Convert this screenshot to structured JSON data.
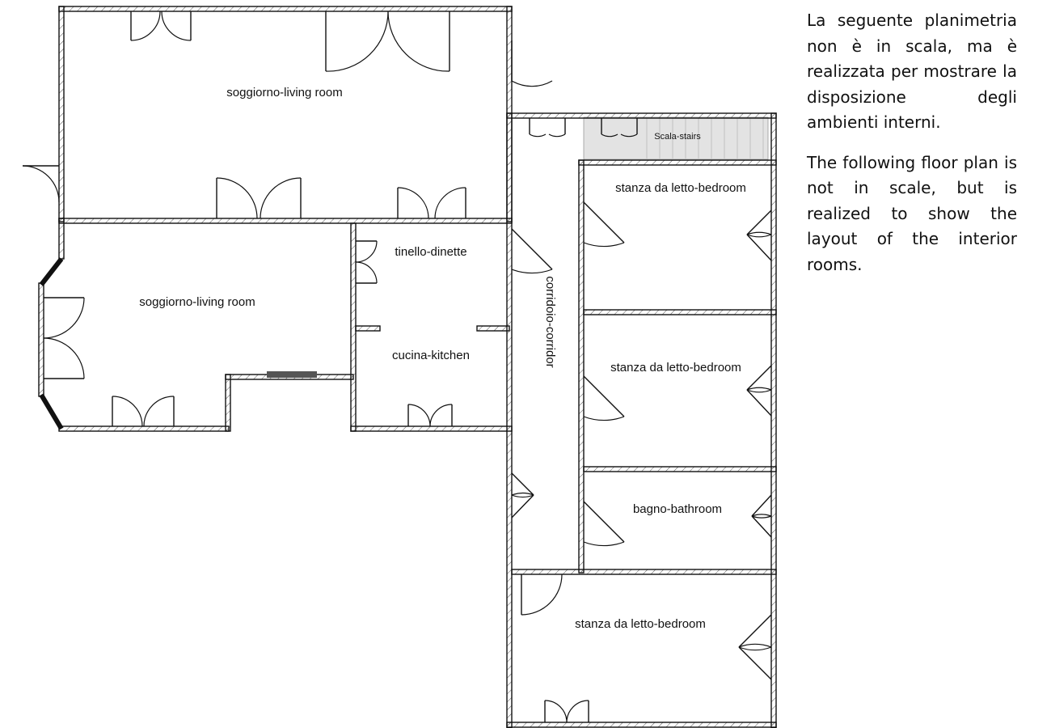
{
  "rooms": {
    "living_top": "soggiorno-living room",
    "living_left": "soggiorno-living room",
    "dinette": "tinello-dinette",
    "kitchen": "cucina-kitchen",
    "corridor": "corridoio-corridor",
    "stairs": "Scala-stairs",
    "bedroom_1": "stanza da letto-bedroom",
    "bedroom_2": "stanza da letto-bedroom",
    "bathroom": "bagno-bathroom",
    "bedroom_3": "stanza da letto-bedroom"
  },
  "notes": {
    "italian": "La seguente planimetria non è in scala, ma è realizzata per mostrare la disposizione degli ambienti interni.",
    "english": "The following floor plan is not in scale, but is realized to show the layout of the interior rooms."
  },
  "colors": {
    "wall": "#111111",
    "wall_fill": "#ffffff",
    "stairs_fill": "#e3e3e3"
  }
}
